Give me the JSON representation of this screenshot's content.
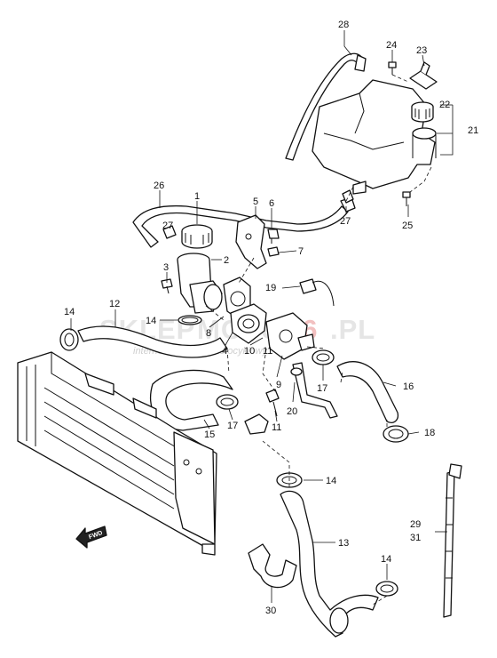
{
  "watermark": {
    "brand_left": "SKLEP",
    "brand_mid": "MOTO",
    "brand_num": "46",
    "brand_tld": ".PL",
    "tagline": "internetowy sklep motocyklowy"
  },
  "direction_arrow": {
    "label": "FWD"
  },
  "callouts": [
    {
      "id": "c28",
      "label": "28"
    },
    {
      "id": "c24",
      "label": "24"
    },
    {
      "id": "c23",
      "label": "23"
    },
    {
      "id": "c22",
      "label": "22"
    },
    {
      "id": "c21",
      "label": "21"
    },
    {
      "id": "c26",
      "label": "26"
    },
    {
      "id": "c1",
      "label": "1"
    },
    {
      "id": "c5",
      "label": "5"
    },
    {
      "id": "c6",
      "label": "6"
    },
    {
      "id": "c27a",
      "label": "27"
    },
    {
      "id": "c27b",
      "label": "27"
    },
    {
      "id": "c25",
      "label": "25"
    },
    {
      "id": "c7",
      "label": "7"
    },
    {
      "id": "c2",
      "label": "2"
    },
    {
      "id": "c3",
      "label": "3"
    },
    {
      "id": "c19",
      "label": "19"
    },
    {
      "id": "c12",
      "label": "12"
    },
    {
      "id": "c14a",
      "label": "14"
    },
    {
      "id": "c14b",
      "label": "14"
    },
    {
      "id": "c8",
      "label": "8"
    },
    {
      "id": "c4",
      "label": "4"
    },
    {
      "id": "c10",
      "label": "10"
    },
    {
      "id": "c11",
      "label": "11"
    },
    {
      "id": "c9",
      "label": "9"
    },
    {
      "id": "c17a",
      "label": "17"
    },
    {
      "id": "c16",
      "label": "16"
    },
    {
      "id": "c20",
      "label": "20"
    },
    {
      "id": "c15",
      "label": "15"
    },
    {
      "id": "c17b",
      "label": "17"
    },
    {
      "id": "c11b",
      "label": "11"
    },
    {
      "id": "c18",
      "label": "18"
    },
    {
      "id": "c14c",
      "label": "14"
    },
    {
      "id": "c29",
      "label": "29"
    },
    {
      "id": "c31",
      "label": "31"
    },
    {
      "id": "c13",
      "label": "13"
    },
    {
      "id": "c14d",
      "label": "14"
    },
    {
      "id": "c30",
      "label": "30"
    }
  ]
}
